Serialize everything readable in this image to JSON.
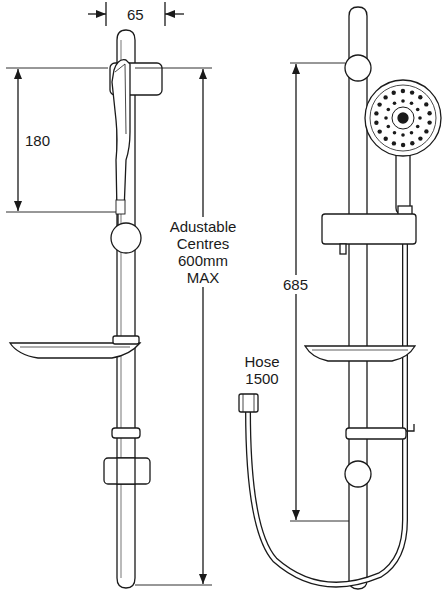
{
  "diagram": {
    "labels": [
      "65",
      "180",
      "Adustable Centres 600mm MAX",
      "685",
      "Hose 1500"
    ]
  }
}
